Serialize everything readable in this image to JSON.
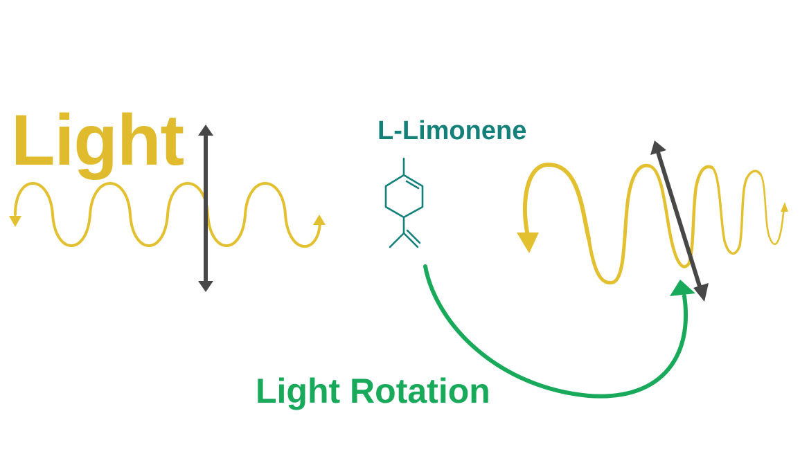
{
  "labels": {
    "light": "Light",
    "molecule": "L-Limonene",
    "rotation": "Light Rotation"
  },
  "colors": {
    "light_wave": "#e3c030",
    "light_text": "#e0bb2e",
    "polarization_arrow": "#474747",
    "molecule": "#13807a",
    "rotation_arrow": "#18a95a"
  }
}
